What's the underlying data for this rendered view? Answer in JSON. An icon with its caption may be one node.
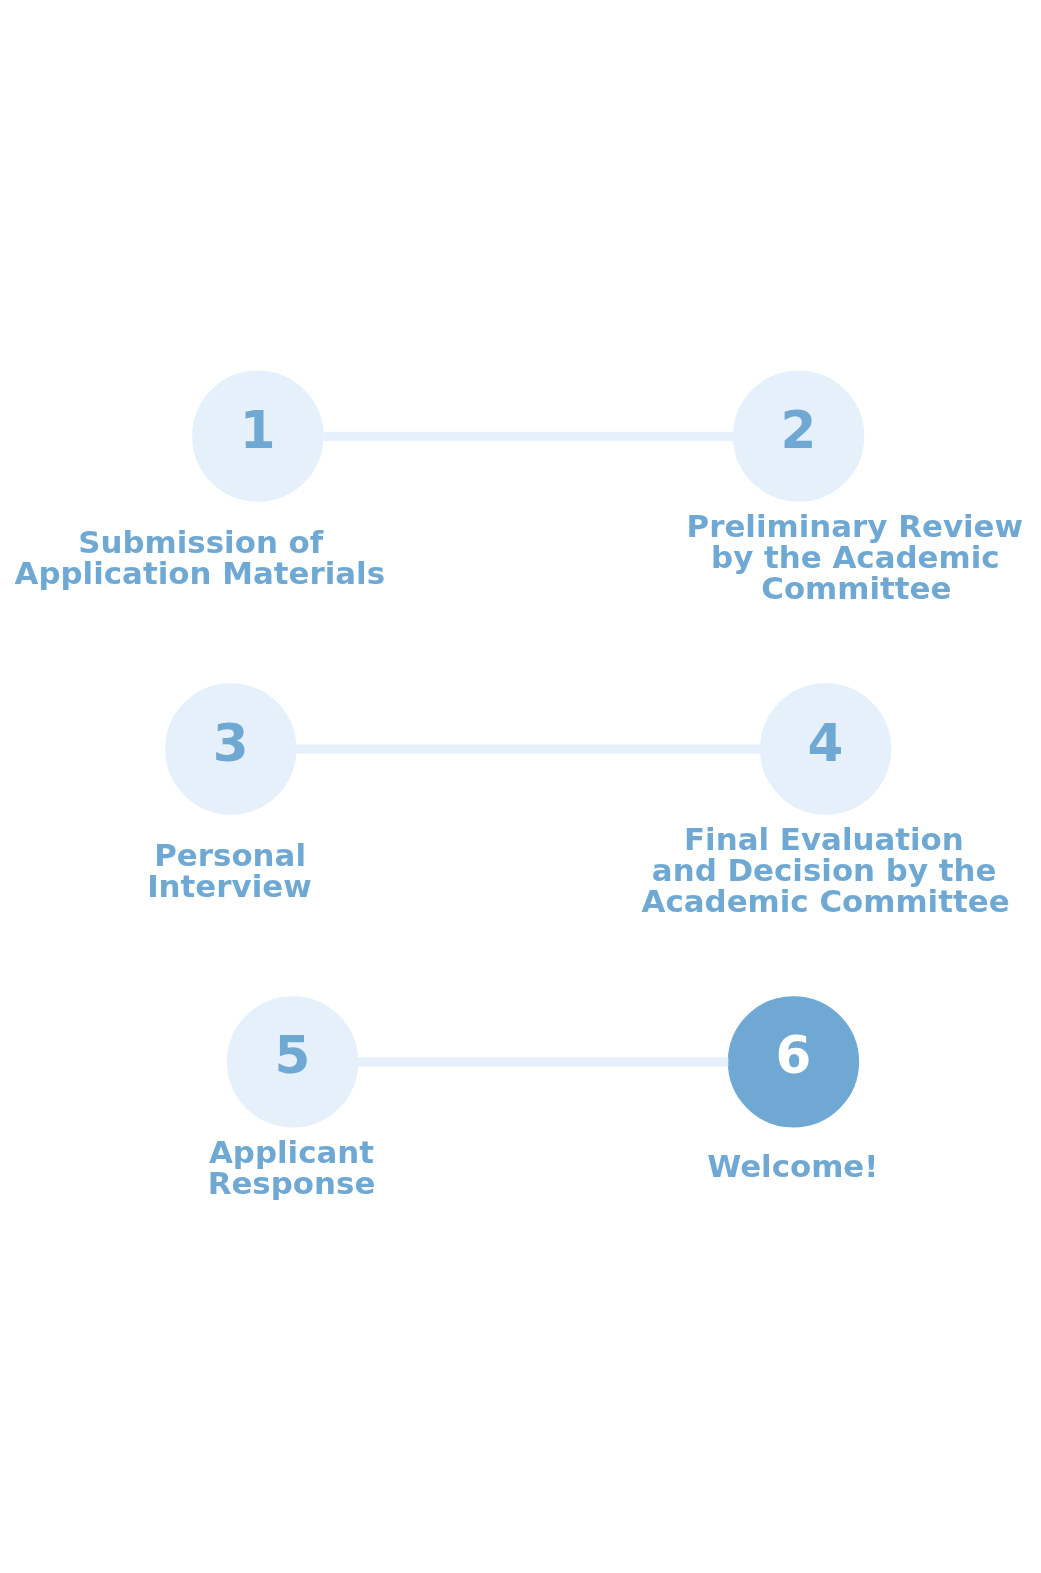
{
  "diagram": {
    "nodes": [
      {
        "text": [
          "1"
        ],
        "beside": [
          "Submission of Application Materials"
        ]
      },
      {
        "text": [
          "2"
        ],
        "beside": [
          "Preliminary Review by the Academic Committee"
        ]
      },
      {
        "text": [
          "3"
        ],
        "beside": [
          "Personal Interview"
        ]
      },
      {
        "text": [
          "4"
        ],
        "beside": [
          "Final Evaluation and Decision by the Academic Committee"
        ]
      },
      {
        "text": [
          "5"
        ],
        "beside": [
          "Applicant Response"
        ]
      },
      {
        "text": [
          "6"
        ],
        "beside": [
          "Welcome!"
        ]
      }
    ],
    "edges": [
      {
        "from": 0,
        "to": 1,
        "arrow": "none"
      },
      {
        "from": 2,
        "to": 3,
        "arrow": "none"
      },
      {
        "from": 4,
        "to": 5,
        "arrow": "none"
      }
    ]
  }
}
